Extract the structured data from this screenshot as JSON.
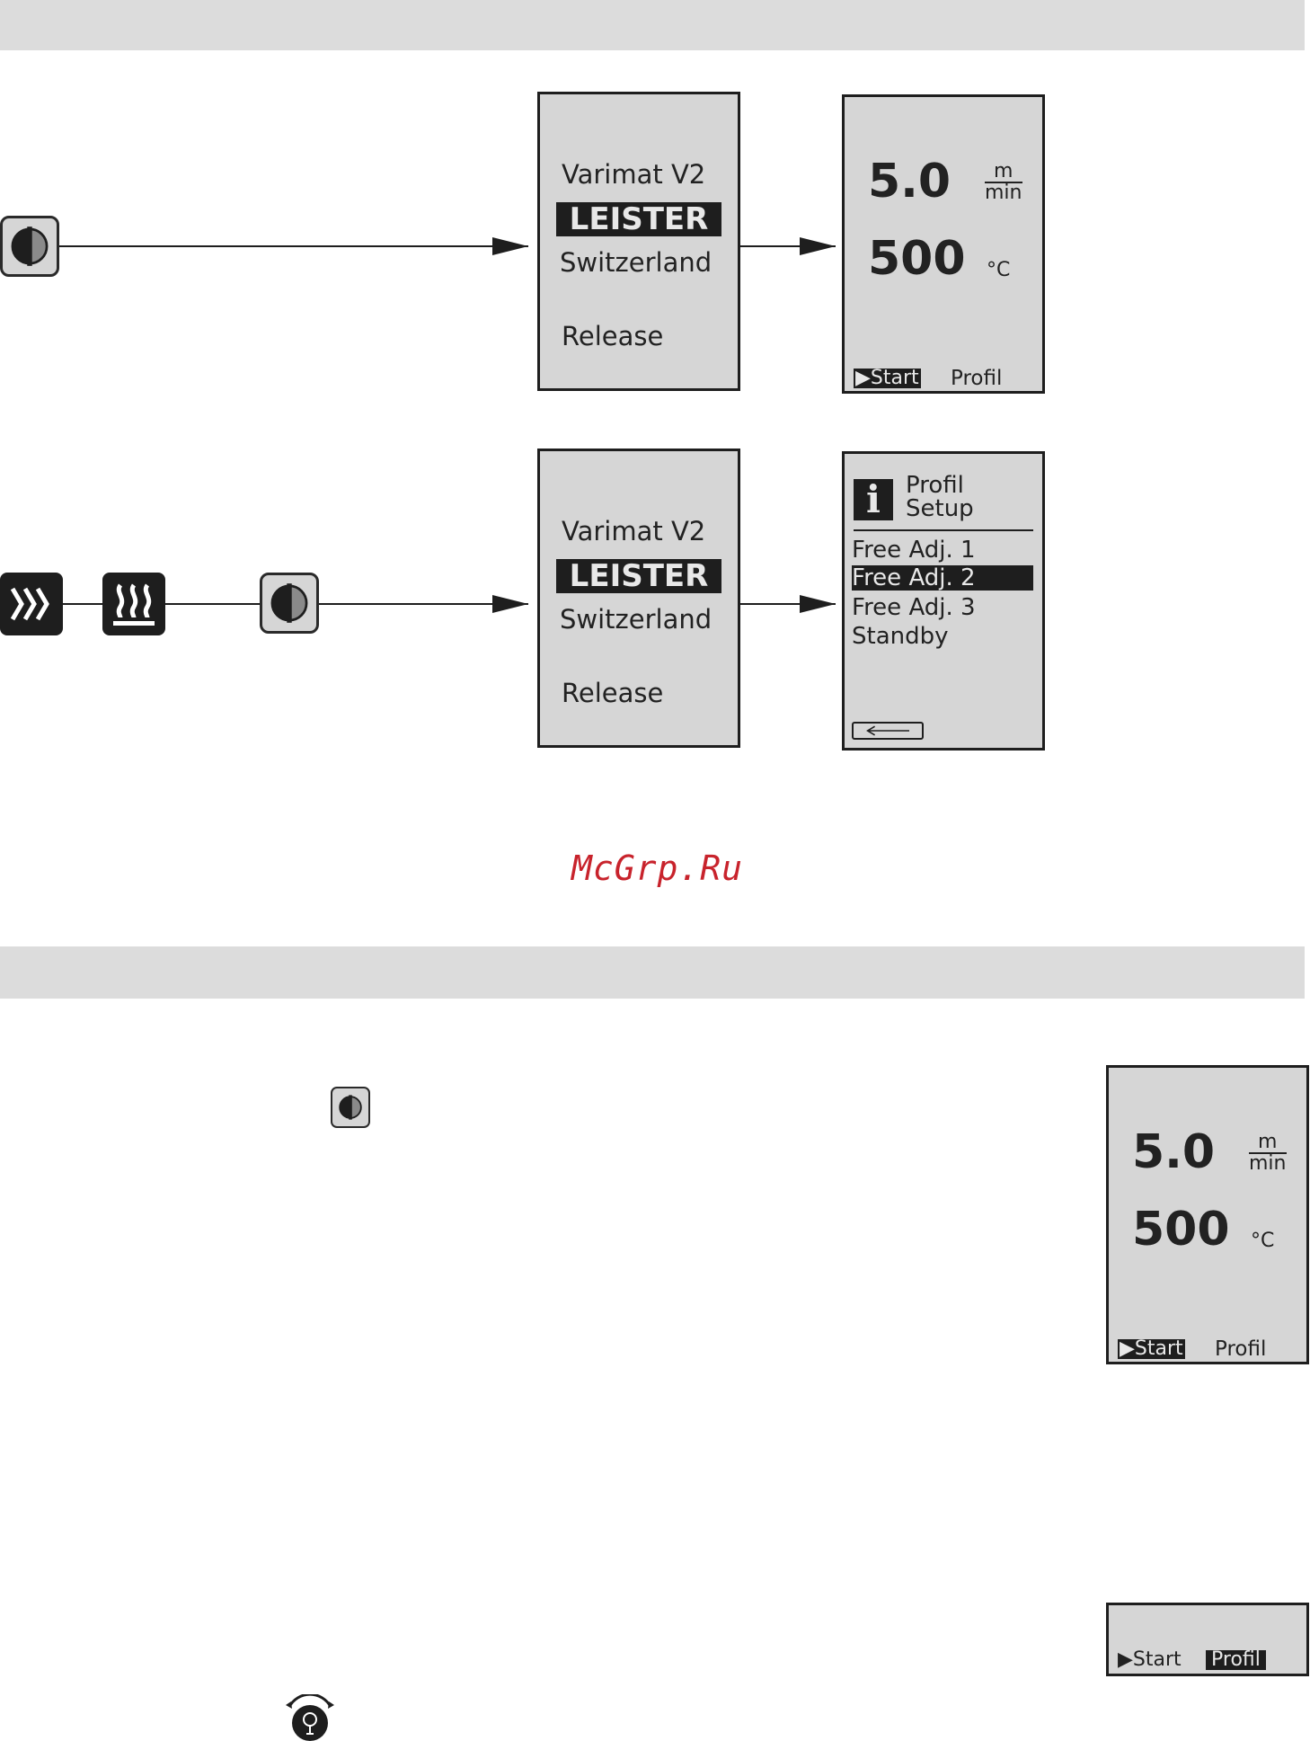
{
  "screen_boot": {
    "model": "Varimat V2",
    "brand": "LEISTER",
    "country": "Switzerland",
    "release_label": "Release"
  },
  "screen_main": {
    "speed_value": "5.0",
    "speed_unit_top": "m",
    "speed_unit_bottom": "min",
    "temp_value": "500",
    "temp_unit": "°C",
    "start_label": "▶Start",
    "profil_label": "Profil"
  },
  "screen_profil_setup": {
    "info_icon_glyph": "i",
    "title_line1": "Profil",
    "title_line2": "Setup",
    "items": [
      "Free Adj. 1",
      "Free Adj. 2",
      "Free Adj. 3",
      "Standby"
    ],
    "selected_index": 1
  },
  "watermark": "McGrp.Ru",
  "colors": {
    "lcd_bg": "#d6d6d6",
    "band": "#dcdcdc",
    "ink": "#1e1e1e",
    "watermark": "#c8232c"
  }
}
